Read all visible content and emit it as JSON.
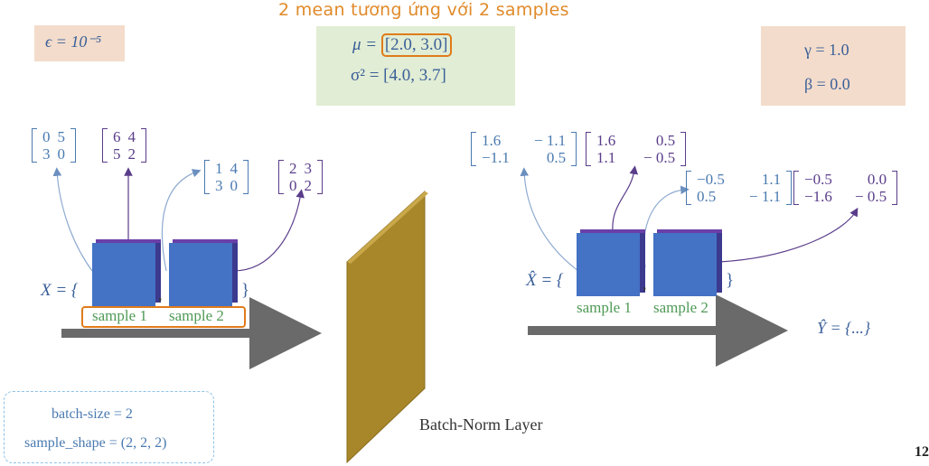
{
  "annotation": "2 mean tương ứng với 2 samples",
  "epsilon": "ϵ = 10⁻⁵",
  "stats": {
    "mu_prefix": "μ = ",
    "mu_value": "[2.0, 3.0]",
    "sigma": "σ² = [4.0, 3.7]"
  },
  "params": {
    "gamma": "γ = 1.0",
    "beta": "β = 0.0"
  },
  "input": {
    "label": "X = {",
    "comma": ",",
    "close": "}",
    "sample1": "sample 1",
    "sample2": "sample 2",
    "matrices": [
      [
        [
          "0",
          "5"
        ],
        [
          "3",
          "0"
        ]
      ],
      [
        [
          "6",
          "4"
        ],
        [
          "5",
          "2"
        ]
      ],
      [
        [
          "1",
          "4"
        ],
        [
          "3",
          "0"
        ]
      ],
      [
        [
          "2",
          "3"
        ],
        [
          "0",
          "2"
        ]
      ]
    ]
  },
  "layer_label": "Batch-Norm Layer",
  "output": {
    "label": "X̂ = {",
    "comma": ",",
    "close": "}",
    "sample1": "sample 1",
    "sample2": "sample 2",
    "y_hat": "Ŷ = {...}",
    "matrices": [
      [
        [
          "1.6",
          "− 1.1"
        ],
        [
          "−1.1",
          "0.5"
        ]
      ],
      [
        [
          "1.6",
          "0.5"
        ],
        [
          "1.1",
          "− 0.5"
        ]
      ],
      [
        [
          "−0.5",
          "1.1"
        ],
        [
          "0.5",
          "− 1.1"
        ]
      ],
      [
        [
          "−0.5",
          "0.0"
        ],
        [
          "−1.6",
          "− 0.5"
        ]
      ]
    ]
  },
  "config": {
    "batch_size": "batch-size = 2",
    "sample_shape": "sample_shape = (2, 2, 2)"
  },
  "page_number": "12",
  "colors": {
    "cube_face": "#4472c4",
    "cube_top": "#6a3fa8",
    "highlight": "#e07b1a",
    "layer": "#a8862a",
    "arrow": "#707070"
  }
}
